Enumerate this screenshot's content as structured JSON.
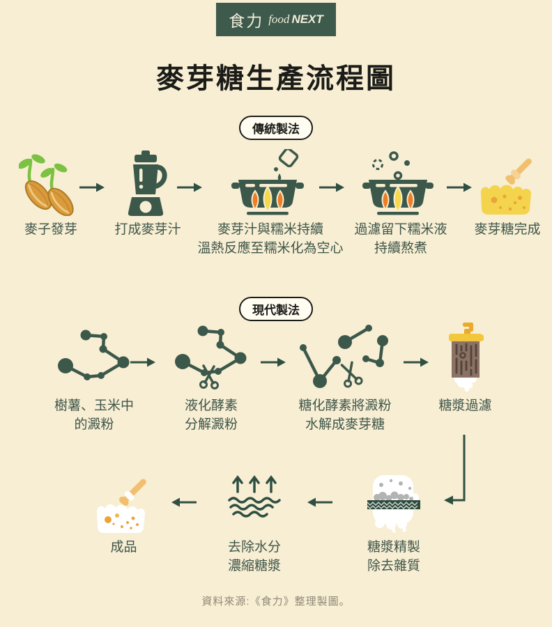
{
  "logo": {
    "cjk": "食力",
    "latin_food": "food",
    "latin_next": "NEXT"
  },
  "title": "麥芽糖生產流程圖",
  "traditional": {
    "badge": "傳統製法",
    "steps": [
      {
        "icon": "sprouting-barley-icon",
        "line1": "麥子發芽"
      },
      {
        "icon": "blender-icon",
        "line1": "打成麥芽汁"
      },
      {
        "icon": "pot-pouring-icon",
        "line1": "麥芽汁與糯米持續",
        "line2": "溫熱反應至糯米化為空心"
      },
      {
        "icon": "pot-boiling-icon",
        "line1": "過濾留下糯米液",
        "line2": "持續熬煮"
      },
      {
        "icon": "maltose-dipper-icon",
        "line1": "麥芽糖完成"
      }
    ]
  },
  "modern": {
    "badge": "現代製法",
    "steps": [
      {
        "icon": "starch-molecule-icon",
        "line1": "樹薯、玉米中",
        "line2": "的澱粉"
      },
      {
        "icon": "liquefaction-enzyme-icon",
        "line1": "液化酵素",
        "line2": "分解澱粉"
      },
      {
        "icon": "saccharification-enzyme-icon",
        "line1": "糖化酵素將澱粉",
        "line2": "水解成麥芽糖"
      },
      {
        "icon": "syrup-filter-icon",
        "line1": "糖漿過濾"
      },
      {
        "icon": "syrup-refining-icon",
        "line1": "糖漿精製",
        "line2": "除去雜質"
      },
      {
        "icon": "evaporation-icon",
        "line1": "去除水分",
        "line2": "濃縮糖漿"
      },
      {
        "icon": "final-product-icon",
        "line1": "成品"
      }
    ]
  },
  "source": "資料來源:《食力》整理製圖。",
  "colors": {
    "background": "#f7eed3",
    "dark_green": "#3c584b",
    "arrow_green": "#2f4f43",
    "flame_orange": "#ee7d23",
    "flame_yellow": "#f7d84c",
    "seed_gold": "#d99b3c",
    "sprout_green": "#7cc142",
    "maltose_yellow": "#f4d34d",
    "honey_dot_orange": "#e8a63a",
    "dipper_tan": "#f2bf6f",
    "filter_brown": "#8b7265",
    "cap_yellow": "#f3c73b",
    "particle_gray": "#b3b3b3",
    "logo_green": "#3d5a4c",
    "source_gray": "#8f8877"
  }
}
